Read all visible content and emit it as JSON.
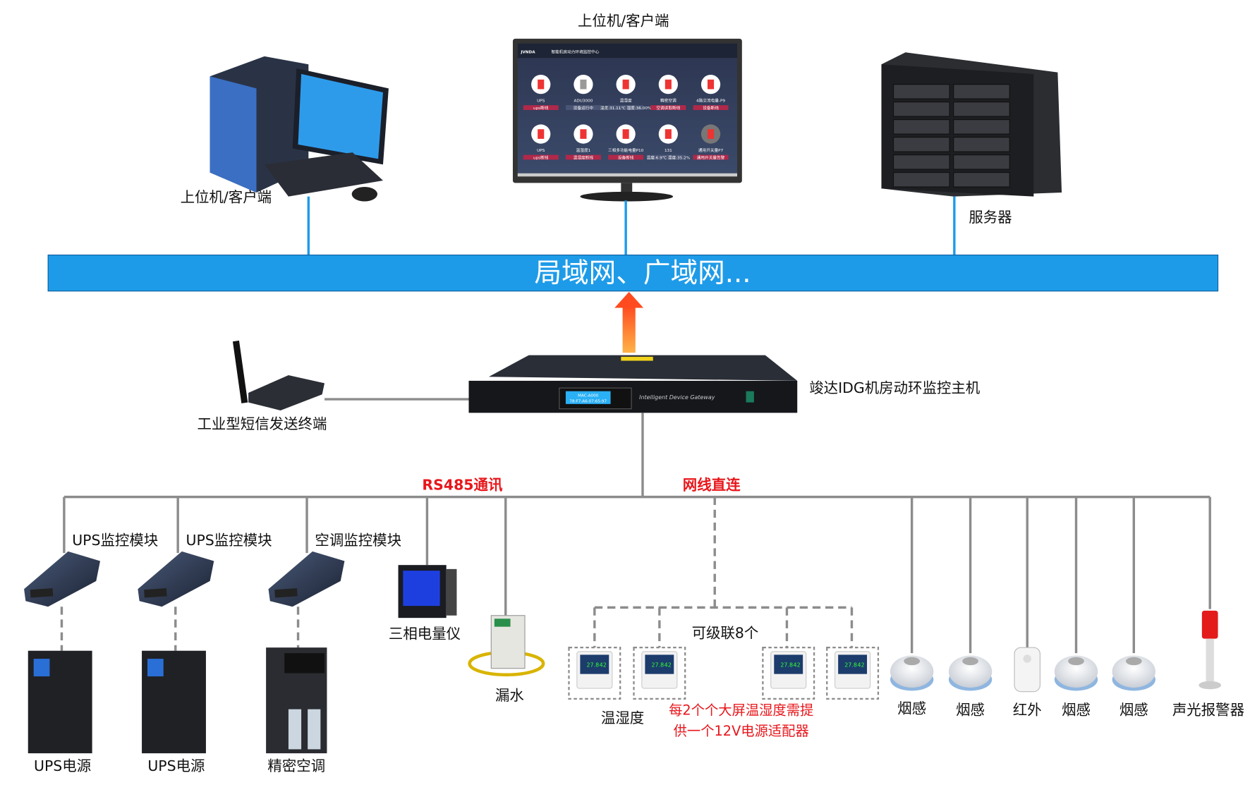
{
  "top": {
    "monitor_title": "上位机/客户端",
    "pc_label": "上位机/客户端",
    "server_label": "服务器",
    "monitor_screen": {
      "brand": "JVNDA",
      "title": "智能机房动力环境监控中心",
      "tiles": [
        {
          "name": "UPS",
          "status": "ups断线"
        },
        {
          "name": "ADU3000",
          "status": "设备运行中"
        },
        {
          "name": "温湿度",
          "status": "温度:31.11℃ 湿度:36.00%"
        },
        {
          "name": "精密空调",
          "status": "空调读取断线"
        },
        {
          "name": "4路交流电量-P9",
          "status": "设备断线"
        },
        {
          "name": "UPS",
          "status": "ups断线"
        },
        {
          "name": "温湿度1",
          "status": "温湿度断线"
        },
        {
          "name": "三相多功能电量P10",
          "status": "设备断线"
        },
        {
          "name": "131",
          "status": "温度:6.9℃ 湿度:35.2%"
        },
        {
          "name": "通用开关量P7",
          "status": "通用开关量告警"
        }
      ]
    }
  },
  "network_bar": {
    "label": "局域网、广域网...",
    "color": "#1e9be8"
  },
  "host": {
    "label": "竣达IDG机房动环监控主机",
    "lcd_line1": "MAC-A000",
    "lcd_line2": "78:F7:A6:07:65:97",
    "front_text": "Intelligent Device Gateway"
  },
  "sms": {
    "label": "工业型短信发送终端"
  },
  "bus": {
    "rs485_label": "RS485通讯",
    "ethernet_label": "网线直连",
    "label_color": "#e8161b"
  },
  "devices": {
    "modules": [
      {
        "label": "UPS监控模块",
        "target": "UPS电源"
      },
      {
        "label": "UPS监控模块",
        "target": "UPS电源"
      },
      {
        "label": "空调监控模块",
        "target": "精密空调"
      }
    ],
    "meter": "三相电量仪",
    "leak": "漏水",
    "temp_humidity": {
      "label": "温湿度",
      "cascade": "可级联8个",
      "note_line1": "每2个个大屏温湿度需提",
      "note_line2": "供一个12V电源适配器",
      "reading_temp": "27.8",
      "reading_hum": "42"
    },
    "right": [
      "烟感",
      "烟感",
      "红外",
      "烟感",
      "烟感",
      "声光报警器"
    ]
  }
}
